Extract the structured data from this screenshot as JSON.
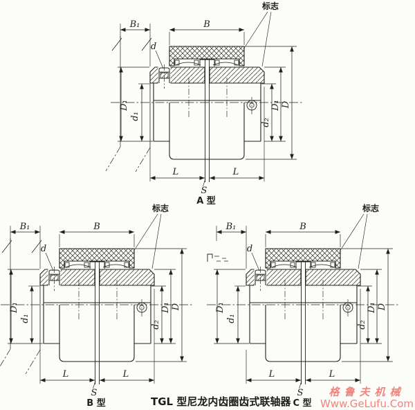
{
  "caption": "TGL 型尼龙内齿圈齿式联轴器",
  "labels": {
    "mark": "标志",
    "B1": "B₁",
    "B": "B",
    "d": "d",
    "D1": "D₁",
    "d1": "d₁",
    "d2": "d₂",
    "D": "D",
    "L": "L",
    "S": "S"
  },
  "views": [
    {
      "id": "A",
      "label": "A 型"
    },
    {
      "id": "B",
      "label": "B 型"
    },
    {
      "id": "C",
      "label": "C 型"
    }
  ],
  "watermark": {
    "line1": "格鲁夫机械",
    "line2": "Www.GeLufu.Com",
    "color": "#f2837c"
  },
  "style_colors": {
    "line": "#1f1f1f",
    "paper": "#fcfcf9"
  }
}
